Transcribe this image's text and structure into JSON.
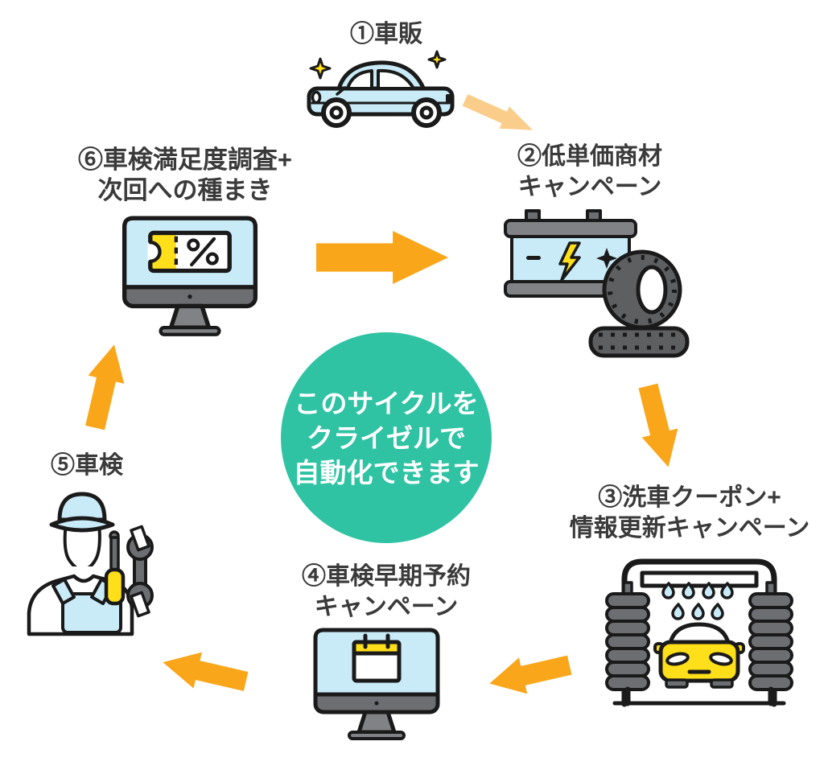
{
  "center_circle": {
    "line1": "このサイクルを",
    "line2": "クライゼルで",
    "line3": "自動化できます"
  },
  "steps": [
    {
      "name": "car-sales",
      "line1": "①車販",
      "line2": "",
      "icon": "car-icon"
    },
    {
      "name": "low-price-campaign",
      "line1": "②低単価商材",
      "line2": "キャンペーン",
      "icon": "battery-tires-icon"
    },
    {
      "name": "carwash-coupon-campaign",
      "line1": "③洗車クーポン+",
      "line2": "情報更新キャンペーン",
      "icon": "carwash-icon"
    },
    {
      "name": "early-booking-campaign",
      "line1": "④車検早期予約",
      "line2": "キャンペーン",
      "icon": "monitor-calendar-icon"
    },
    {
      "name": "vehicle-inspection",
      "line1": "⑤車検",
      "line2": "",
      "icon": "mechanic-icon"
    },
    {
      "name": "satisfaction-survey",
      "line1": "⑥車検満足度調査+",
      "line2": "次回への種まき",
      "icon": "monitor-coupon-icon"
    }
  ],
  "arrows": [
    {
      "from": 1,
      "to": 2,
      "variant": "light"
    },
    {
      "from": 6,
      "to": 2,
      "variant": "solid"
    },
    {
      "from": 2,
      "to": 3,
      "variant": "solid"
    },
    {
      "from": 3,
      "to": 4,
      "variant": "solid"
    },
    {
      "from": 4,
      "to": 5,
      "variant": "solid"
    },
    {
      "from": 5,
      "to": 6,
      "variant": "solid"
    }
  ],
  "colors": {
    "orange": "#FAA61A",
    "orange-light": "#FACD8A",
    "teal": "#2FC3A4",
    "lblue": "#C9EBF8",
    "yellow": "#FFDE1A",
    "gray": "#6D6E71",
    "gray2": "#808285",
    "tire": "#5E5F61",
    "ink": "#1A1A1A",
    "text": "#3A3A3A"
  }
}
